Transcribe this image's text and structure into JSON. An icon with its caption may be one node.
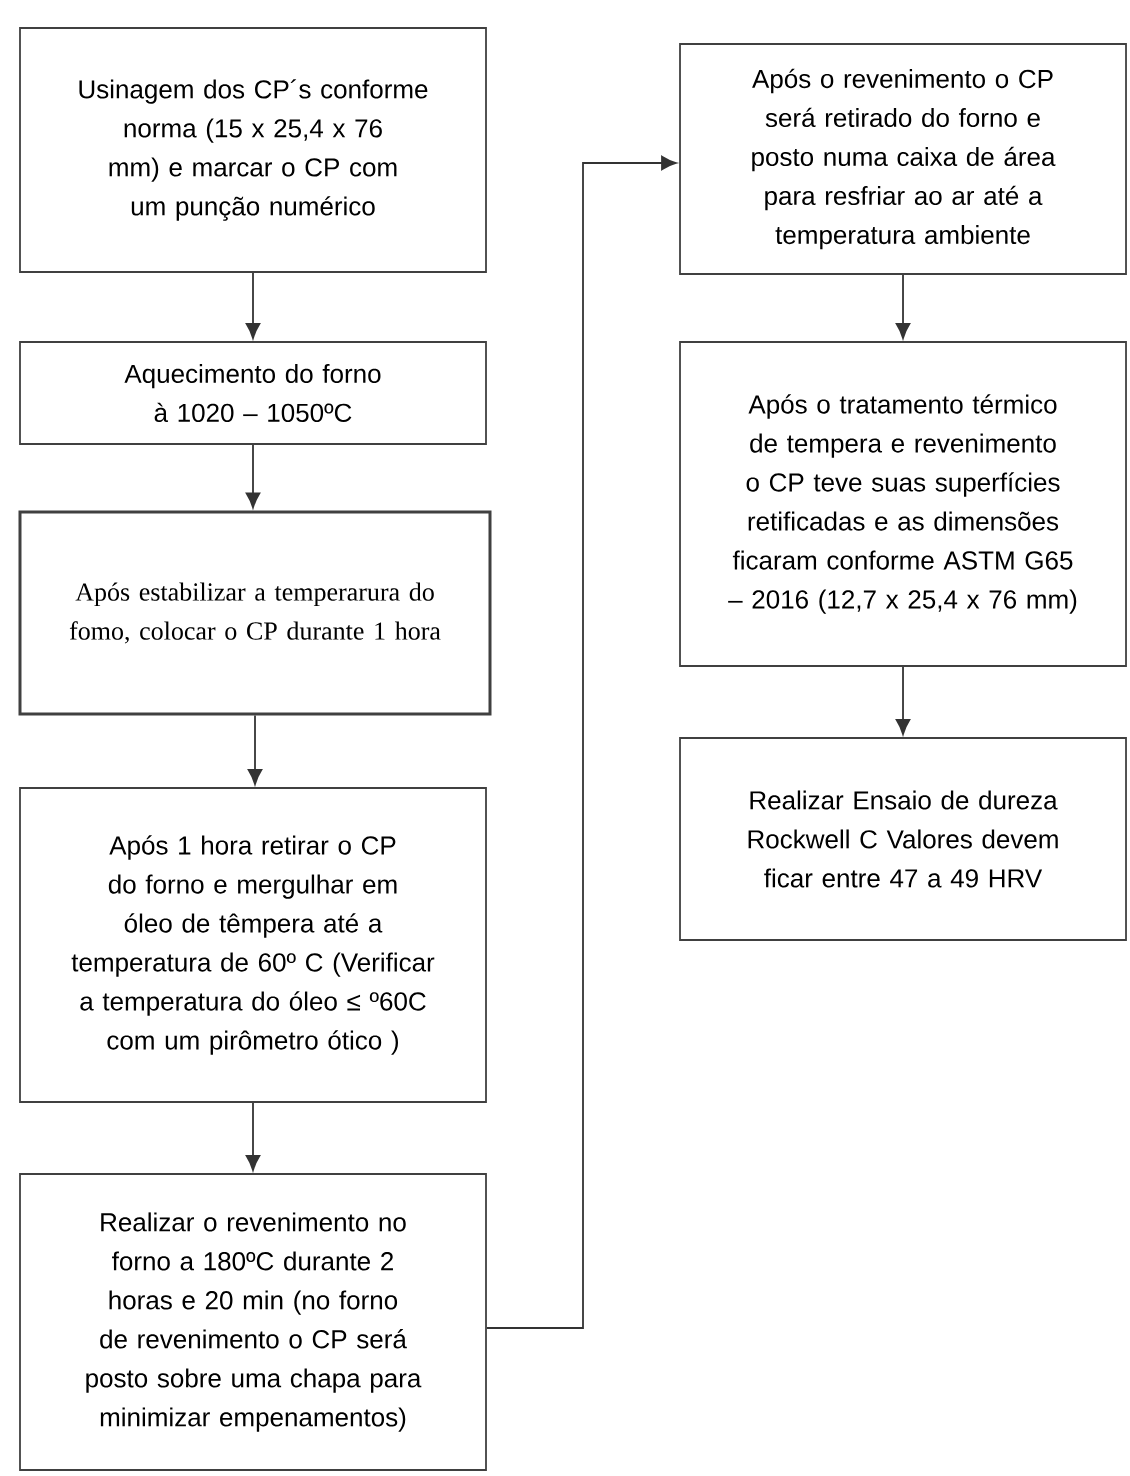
{
  "diagram": {
    "nodes": [
      {
        "text": [
          "Usinagem dos CP´s conforme norma (15 x 25,4 x 76 mm) e marcar o CP com um punção numérico"
        ]
      },
      {
        "text": [
          "Aquecimento do forno à 1020 – 1050ºC"
        ]
      },
      {
        "text": [
          "Após estabilizar a temperarura do fomo, colocar o CP durante 1 hora"
        ]
      },
      {
        "text": [
          "Após 1 hora retirar o CP do forno e mergulhar em óleo de têmpera até a temperatura de 60º C (Verificar a temperatura do óleo ≤ º60C com um pirômetro ótico )"
        ]
      },
      {
        "text": [
          "Realizar o revenimento no forno a 180ºC durante 2 horas e 20 min (no forno de revenimento o CP será posto sobre uma chapa para minimizar empenamentos)"
        ]
      },
      {
        "text": [
          "Após o revenimento o CP será retirado do forno e posto numa caixa de área para resfriar ao ar até a temperatura ambiente"
        ]
      },
      {
        "text": [
          "Após o tratamento térmico de tempera e revenimento o CP teve suas superfícies retificadas e as dimensões ficaram conforme ASTM G65 – 2016 (12,7 x 25,4 x 76 mm)"
        ]
      },
      {
        "text": [
          "Realizar Ensaio de dureza Rockwell C Valores devem ficar entre 47 a 49 HRV"
        ]
      }
    ],
    "edges": [
      {
        "from": 0,
        "to": 1,
        "arrow": "to"
      },
      {
        "from": 1,
        "to": 2,
        "arrow": "to"
      },
      {
        "from": 2,
        "to": 3,
        "arrow": "to"
      },
      {
        "from": 3,
        "to": 4,
        "arrow": "to"
      },
      {
        "from": 4,
        "to": 5,
        "arrow": "to"
      },
      {
        "from": 5,
        "to": 6,
        "arrow": "to"
      },
      {
        "from": 6,
        "to": 7,
        "arrow": "to"
      }
    ]
  }
}
